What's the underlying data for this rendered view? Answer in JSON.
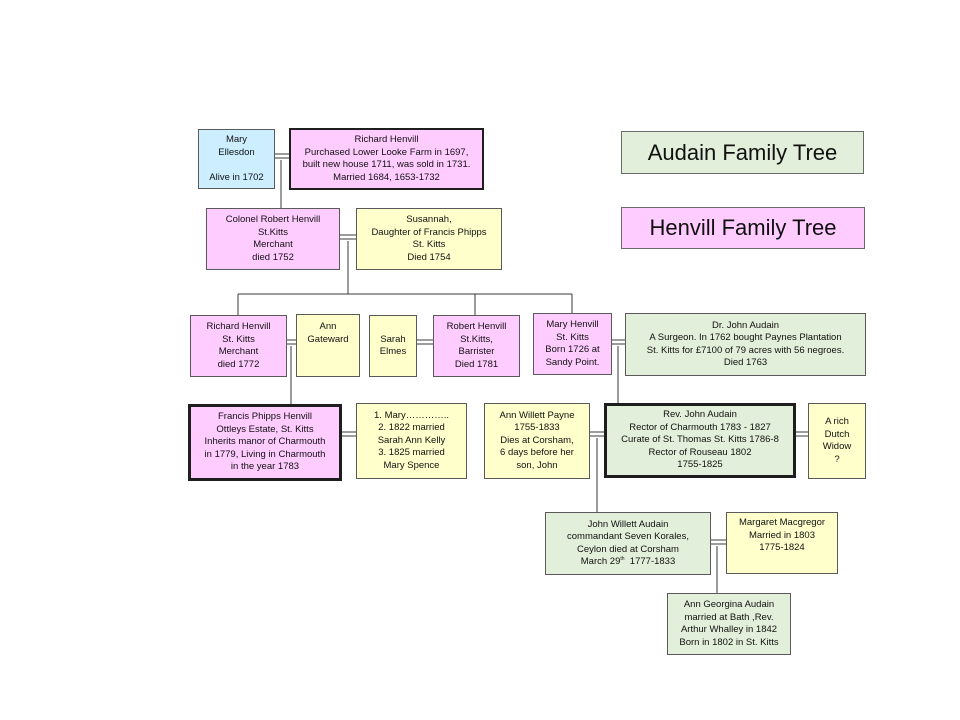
{
  "legend": {
    "audain": "Audain Family Tree",
    "henvill": "Henvill Family Tree"
  },
  "nodes": {
    "mary_ellesdon": [
      "Mary",
      "Ellesdon",
      "",
      "Alive in 1702"
    ],
    "richard_henvill_sr": [
      "Richard Henvill",
      "Purchased Lower Looke Farm in 1697,",
      "built new house 1711, was sold in 1731.",
      "Married 1684, 1653-1732"
    ],
    "colonel_robert_henvill": [
      "Colonel Robert  Henvill",
      "St.Kitts",
      "Merchant",
      "died 1752"
    ],
    "susannah": [
      "Susannah,",
      "Daughter of Francis Phipps",
      "St. Kitts",
      "Died 1754"
    ],
    "richard_henvill_jr": [
      "Richard Henvill",
      "St. Kitts",
      "Merchant",
      "died 1772"
    ],
    "ann_gateward": [
      "Ann",
      "Gateward"
    ],
    "sarah_elmes": [
      "Sarah",
      "Elmes"
    ],
    "robert_henvill": [
      "Robert  Henvill",
      "St.Kitts,",
      "Barrister",
      "Died 1781"
    ],
    "mary_henvill": [
      "Mary Henvill",
      "St. Kitts",
      "Born 1726 at",
      "Sandy Point."
    ],
    "dr_john_audain": [
      "Dr. John Audain",
      "A Surgeon. In 1762 bought Paynes Plantation",
      "St. Kitts for £7100 of 79 acres with 56 negroes.",
      "Died 1763"
    ],
    "francis_phipps_henvill": [
      "Francis Phipps Henvill",
      "Ottleys Estate, St. Kitts",
      "Inherits manor of Charmouth",
      "in 1779, Living in Charmouth",
      "in the year 1783"
    ],
    "francis_wives": [
      "1. Mary…………..",
      "2. 1822 married",
      "Sarah Ann Kelly",
      "3. 1825 married",
      "Mary Spence"
    ],
    "ann_willett_payne": [
      "Ann Willett Payne",
      "1755-1833",
      "Dies at Corsham,",
      "6 days before her",
      "son, John"
    ],
    "rev_john_audain": [
      "Rev. John Audain",
      "Rector of Charmouth 1783 - 1827",
      "Curate of St. Thomas St. Kitts 1786-8",
      "Rector of Rouseau 1802",
      "1755-1825"
    ],
    "rich_dutch_widow": [
      "A rich",
      "Dutch",
      "Widow",
      "?"
    ],
    "john_willett_audain": [
      "John Willett Audain",
      "commandant Seven Korales,",
      "Ceylon died at Corsham"
    ],
    "john_willett_audain_last": {
      "prefix": "March 29",
      "sup": "th",
      "suffix": "  1777-1833"
    },
    "margaret_macgregor": [
      "Margaret Macgregor",
      "Married in 1803",
      "1775-1824"
    ],
    "ann_georgina_audain": [
      "Ann Georgina Audain",
      "married at Bath ,Rev.",
      "Arthur Whalley in 1842",
      "Born in 1802 in St. Kitts"
    ]
  },
  "colors": {
    "audain_fill": "#e2efda",
    "henvill_fill": "#ffccff",
    "spouse_fill": "#ffffcc",
    "blue_fill": "#cceeff",
    "line": "#3a3a3a"
  }
}
